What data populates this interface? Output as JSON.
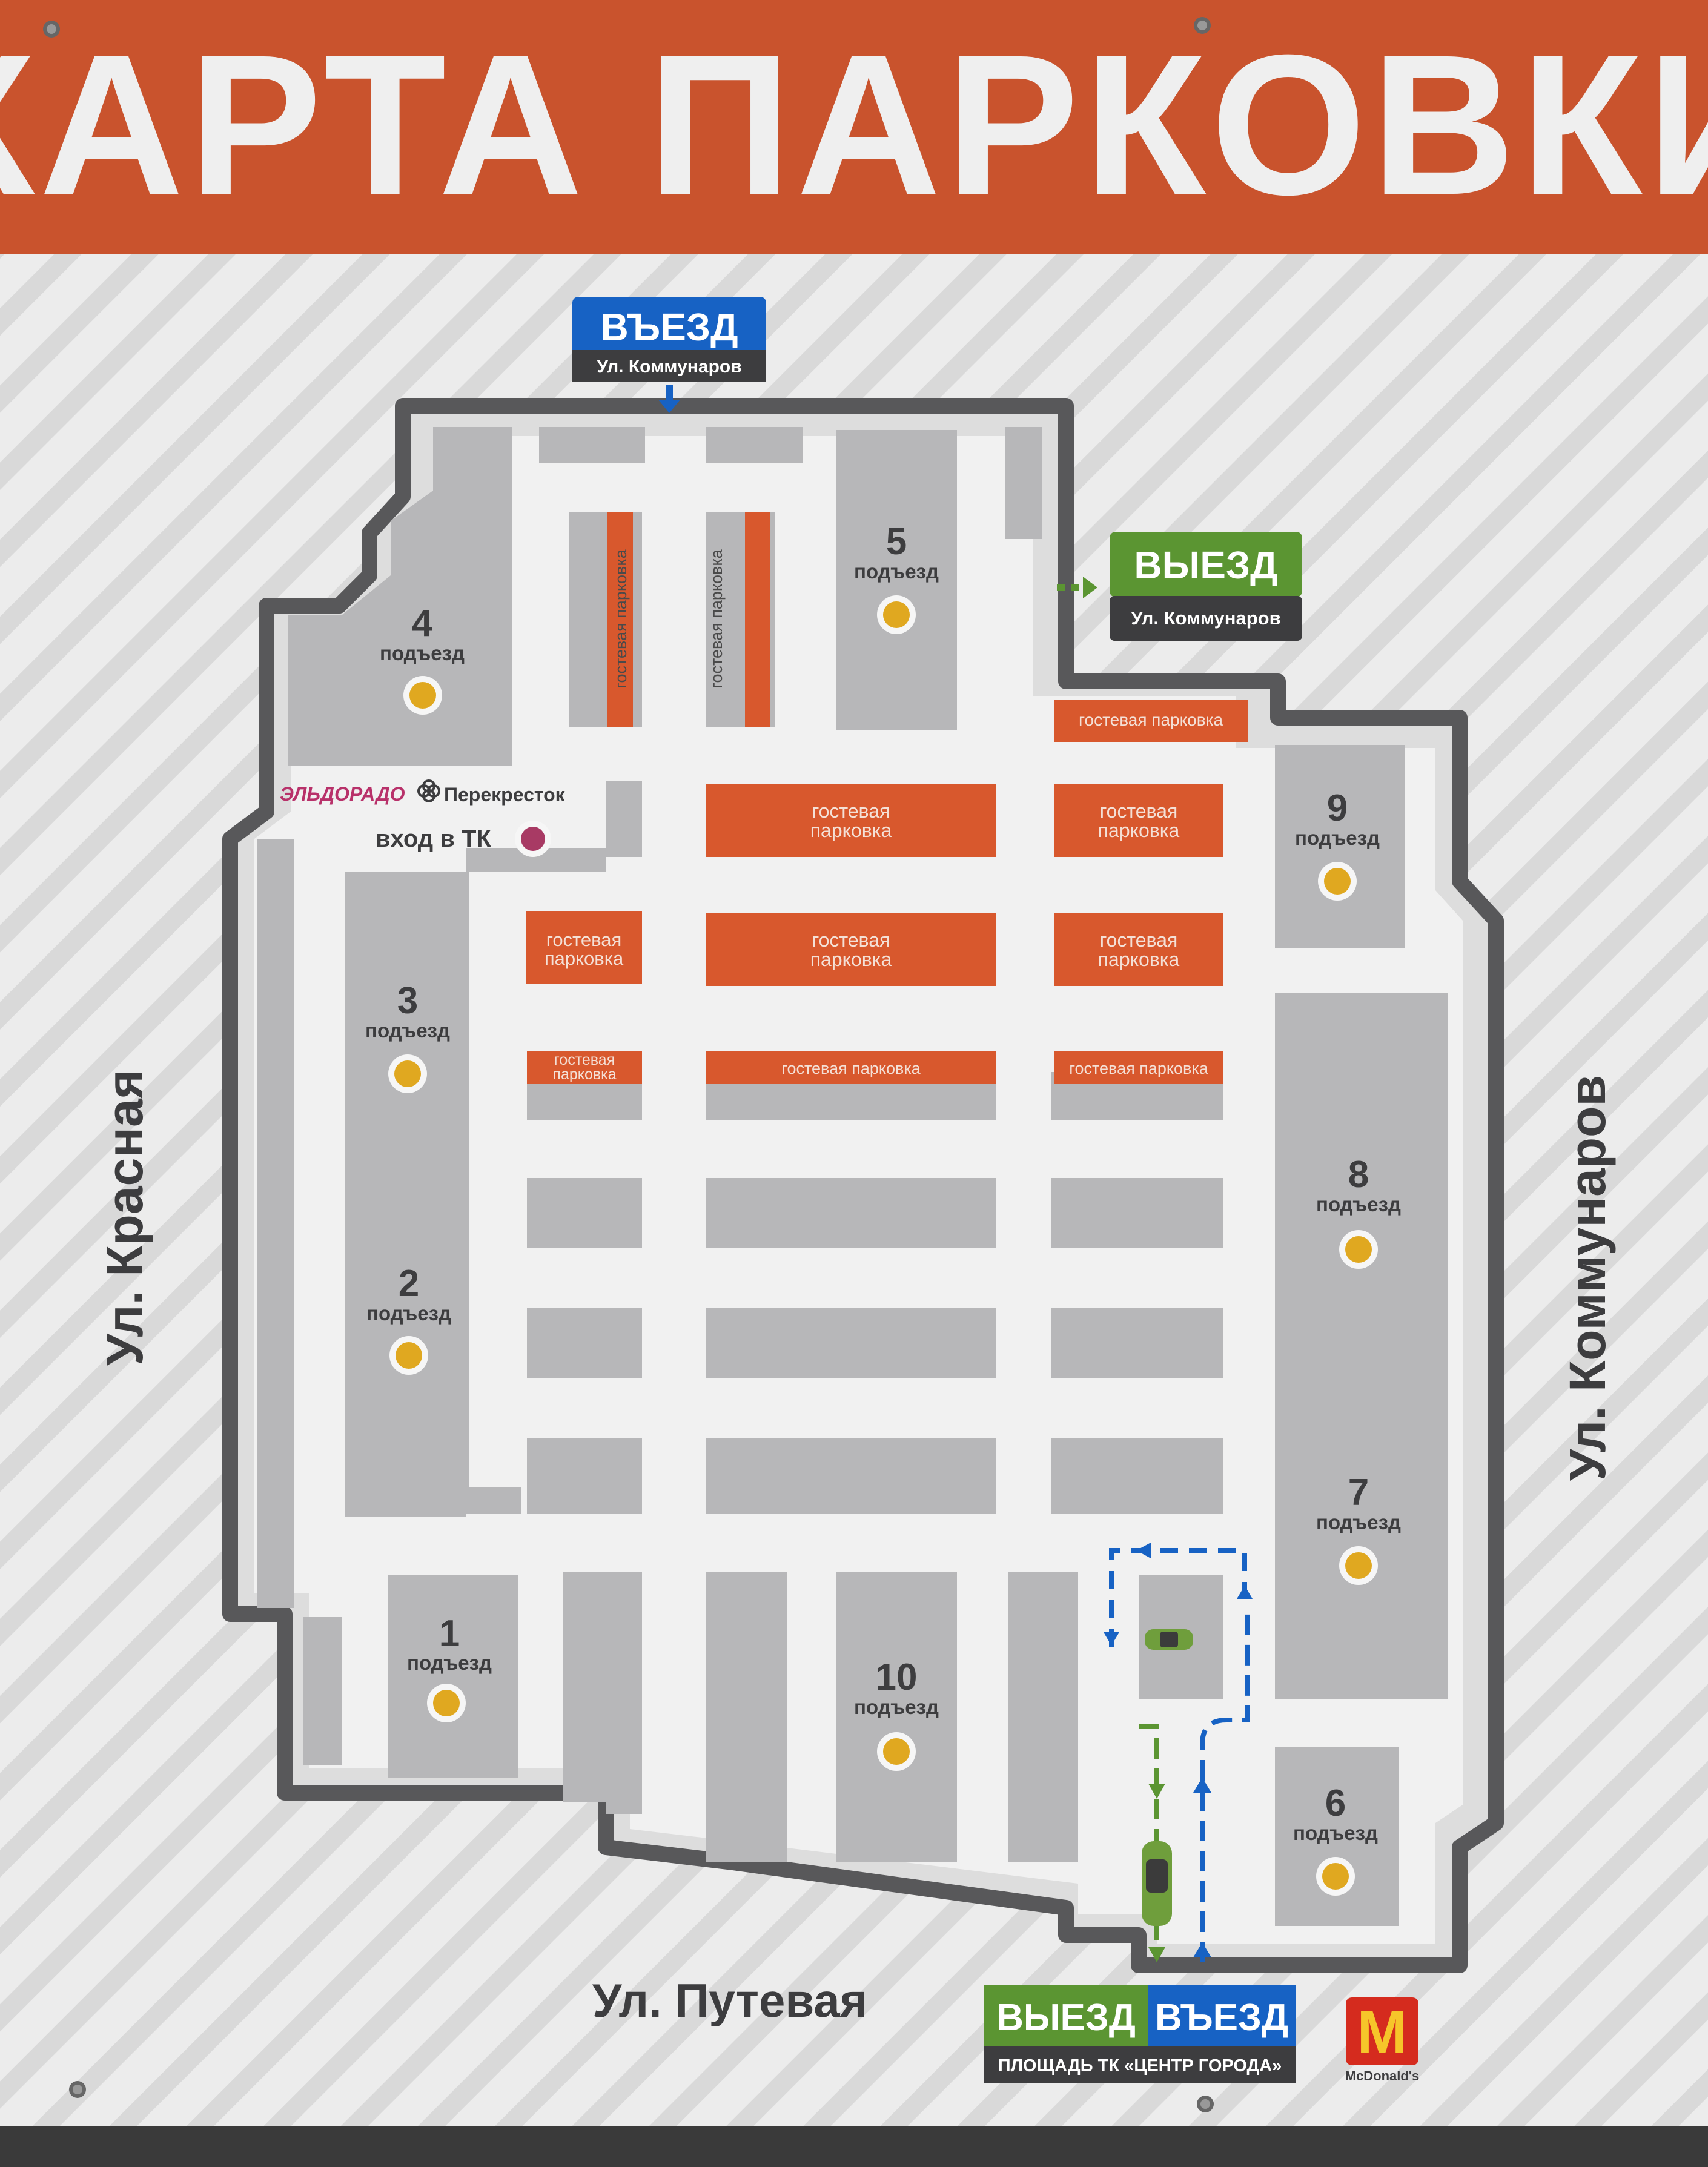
{
  "header": {
    "title": "КАРТА ПАРКОВКИ"
  },
  "colors": {
    "header_orange": "#c9532d",
    "guest_orange": "#d8582d",
    "entry_blue": "#1762c4",
    "exit_green": "#5b9532",
    "label_dark": "#3d3d3f",
    "marker_gold": "#e0a820",
    "block_gray": "#b6b6b8",
    "road_white": "#f1f1f1",
    "border_dark": "#58585a"
  },
  "signs": {
    "entry_top": {
      "title": "ВЪЕЗД",
      "street": "Ул. Коммунаров"
    },
    "exit_right": {
      "title": "ВЫЕЗД",
      "street": "Ул. Коммунаров"
    },
    "bottom": {
      "exit": "ВЫЕЗД",
      "entry": "ВЪЕЗД",
      "place": "ПЛОЩАДЬ ТК «ЦЕНТР ГОРОДА»"
    }
  },
  "streets": {
    "left": "Ул. Красная",
    "right": "Ул. Коммунаров",
    "bottom": "Ул. Путевая"
  },
  "entrances": [
    {
      "number": "1",
      "label": "подъезд"
    },
    {
      "number": "2",
      "label": "подъезд"
    },
    {
      "number": "3",
      "label": "подъезд"
    },
    {
      "number": "4",
      "label": "подъезд"
    },
    {
      "number": "5",
      "label": "подъезд"
    },
    {
      "number": "6",
      "label": "подъезд"
    },
    {
      "number": "7",
      "label": "подъезд"
    },
    {
      "number": "8",
      "label": "подъезд"
    },
    {
      "number": "9",
      "label": "подъезд"
    },
    {
      "number": "10",
      "label": "подъезд"
    }
  ],
  "guest_parking": {
    "one_line": "гостевая парковка",
    "line1": "гостевая",
    "line2": "парковка"
  },
  "mall": {
    "brand1": "ЭЛЬДОРАДО",
    "brand2": "Перекресток",
    "entrance": "вход в ТК"
  },
  "mcdonalds": {
    "symbol": "M",
    "label": "McDonald's"
  },
  "icons": [
    "entry-arrow-icon",
    "exit-arrow-icon",
    "car-icon",
    "mcdonalds-logo-icon",
    "store-entrance-icon",
    "screw-icon"
  ]
}
